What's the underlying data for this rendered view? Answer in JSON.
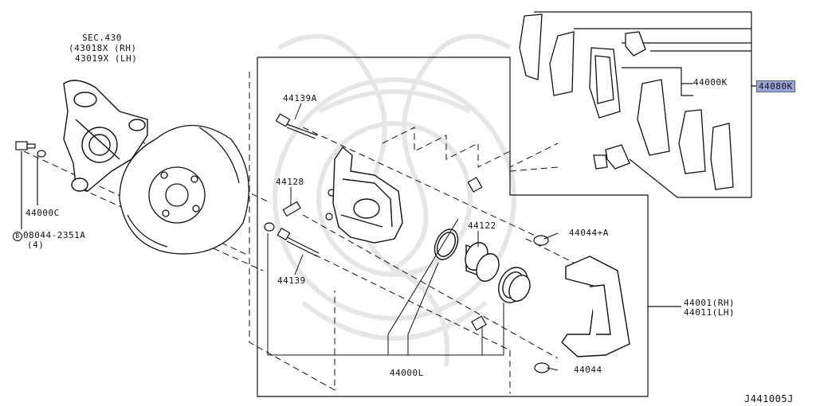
{
  "title": "SEC.430",
  "callouts": {
    "sec_rh": "(43018X (RH)",
    "sec_lh": "43019X (LH)",
    "p44139a": "44139A",
    "p44128": "44128",
    "p44139": "44139",
    "p44000c": "44000C",
    "bolt_code": "B",
    "bolt_number": "08044-2351A",
    "bolt_qty": "(4)",
    "p44122": "44122",
    "p44044a": "44044+A",
    "p44000k": "44000K",
    "p44080k": "44080K",
    "p44001rh": "44001(RH)",
    "p44011lh": "44011(LH)",
    "p44044": "44044",
    "p44000l": "44000L",
    "diagram_id": "J441005J"
  },
  "colors": {
    "line": "#111111",
    "highlight": "#9aa6d8",
    "watermark": "#e6e6e6"
  }
}
